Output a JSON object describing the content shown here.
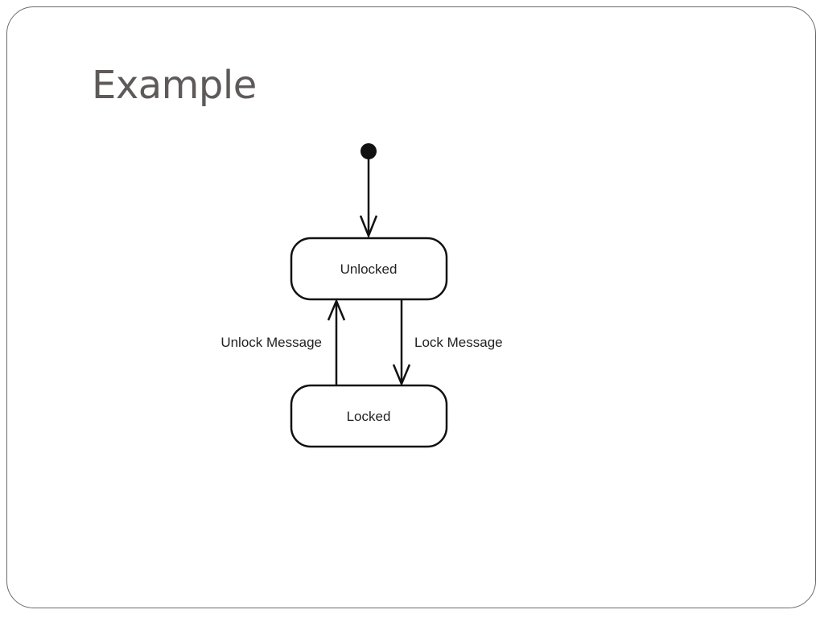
{
  "slide": {
    "title": "Example"
  },
  "diagram": {
    "states": {
      "unlocked": "Unlocked",
      "locked": "Locked"
    },
    "transitions": {
      "unlock": "Unlock Message",
      "lock": "Lock Message"
    }
  },
  "colors": {
    "frame_border": "#6b6b6b",
    "title_text": "#5f5a5a",
    "diagram_stroke": "#111111"
  }
}
